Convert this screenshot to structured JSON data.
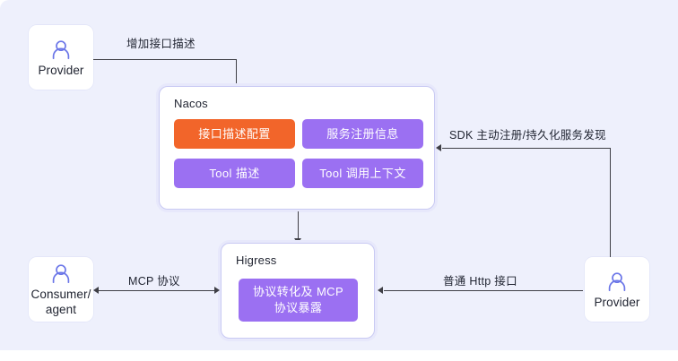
{
  "diagram": {
    "background_color": "#eef0fc",
    "accent_purple": "#9b70f2",
    "accent_orange": "#f2652a",
    "icon_color": "#6b76e8",
    "line_color": "#3f3f46",
    "nodes": {
      "provider_top": {
        "label": "Provider",
        "icon": "person-icon"
      },
      "consumer": {
        "label": "Consumer/\nagent",
        "label_line1": "Consumer/",
        "label_line2": "agent",
        "icon": "person-icon"
      },
      "provider_right": {
        "label": "Provider",
        "icon": "person-icon"
      },
      "nacos": {
        "title": "Nacos",
        "chips": [
          {
            "label": "接口描述配置",
            "color": "orange"
          },
          {
            "label": "服务注册信息",
            "color": "purple"
          },
          {
            "label": "Tool 描述",
            "color": "purple"
          },
          {
            "label": "Tool 调用上下文",
            "color": "purple"
          }
        ]
      },
      "higress": {
        "title": "Higress",
        "chip": {
          "label_line1": "协议转化及 MCP",
          "label_line2": "协议暴露",
          "color": "purple"
        }
      }
    },
    "edges": [
      {
        "id": "add-interface-desc",
        "label": "增加接口描述"
      },
      {
        "id": "sdk-register",
        "label": "SDK 主动注册/持久化服务发现"
      },
      {
        "id": "mcp-protocol",
        "label": "MCP 协议"
      },
      {
        "id": "plain-http",
        "label": "普通 Http 接口"
      }
    ]
  }
}
